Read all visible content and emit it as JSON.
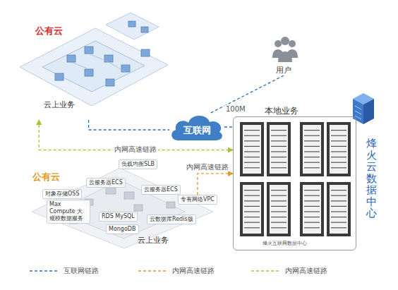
{
  "diagram": {
    "nodes": [
      {
        "text": [
          "公有云",
          "云上业务"
        ]
      },
      {
        "text": [
          "互联网"
        ]
      },
      {
        "text": [
          "用户"
        ]
      },
      {
        "text": [
          "本地业务"
        ]
      },
      {
        "text": [
          "烽火云数据中心"
        ]
      },
      {
        "text": [
          "公有云",
          "云上业务"
        ]
      },
      {
        "text": [
          "负载均衡SLB"
        ],
        "in": 5
      },
      {
        "text": [
          "云服务器ECS"
        ],
        "in": 5
      },
      {
        "text": [
          "云服务器ECS"
        ],
        "in": 5
      },
      {
        "text": [
          "对象存储OSS"
        ],
        "in": 5
      },
      {
        "text": [
          "Max Compute 大规模数据服务"
        ],
        "in": 5
      },
      {
        "text": [
          "RDS MySQL"
        ],
        "in": 5
      },
      {
        "text": [
          "MongoDB"
        ],
        "in": 5
      },
      {
        "text": [
          "云数据库Redis版"
        ],
        "in": 5
      },
      {
        "text": [
          "专有网络VPC"
        ],
        "in": 5
      }
    ],
    "edges": [
      {
        "from": 0,
        "to": 1,
        "arrow": "none"
      },
      {
        "from": 2,
        "to": 1,
        "arrow": "none"
      },
      {
        "from": 1,
        "to": 3,
        "label": "100M",
        "arrow": "none"
      },
      {
        "from": 0,
        "to": 3,
        "label": "内网高速链路",
        "arrow": "both"
      },
      {
        "from": 14,
        "to": 3,
        "label": "内网高速链路",
        "arrow": "to"
      }
    ],
    "labels": [
      "烽火互联网数据中心"
    ],
    "legend": [
      {
        "text": "互联网链路"
      },
      {
        "text": "内网高速链路"
      },
      {
        "text": "内网高速链路"
      }
    ]
  }
}
